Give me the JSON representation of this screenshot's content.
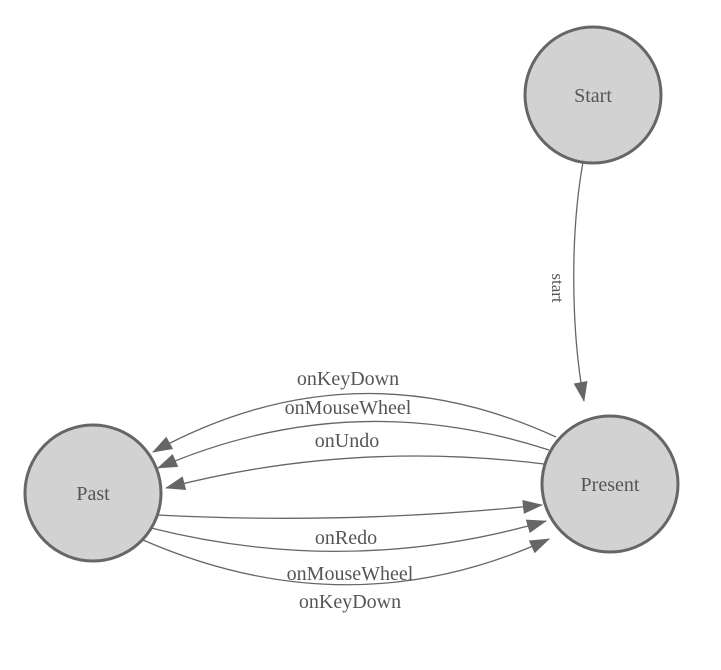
{
  "diagram": {
    "type": "finite-state-machine",
    "nodes": {
      "start": {
        "label": "Start"
      },
      "present": {
        "label": "Present"
      },
      "past": {
        "label": "Past"
      }
    },
    "edges": {
      "start_to_present": {
        "label": "start"
      },
      "present_to_past": [
        {
          "label": "onKeyDown"
        },
        {
          "label": "onMouseWheel"
        },
        {
          "label": "onUndo"
        }
      ],
      "past_to_present": [
        {
          "label": "onRedo"
        },
        {
          "label": "onMouseWheel"
        },
        {
          "label": "onKeyDown"
        }
      ]
    },
    "colors": {
      "node_fill": "#d2d2d2",
      "node_stroke": "#666666",
      "edge_stroke": "#666666",
      "arrow_fill": "#666666",
      "label_color": "#555555",
      "background": "#ffffff"
    }
  }
}
